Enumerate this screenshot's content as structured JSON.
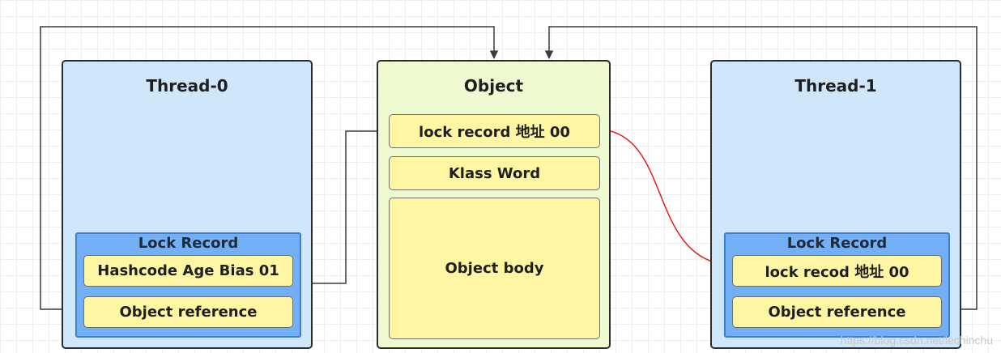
{
  "thread0": {
    "title": "Thread-0",
    "lock_record": {
      "title": "Lock Record",
      "field1": "Hashcode Age Bias 01",
      "field2": "Object reference"
    }
  },
  "object": {
    "title": "Object",
    "mark_word": "lock record 地址 00",
    "klass_word": "Klass Word",
    "body": "Object body"
  },
  "thread1": {
    "title": "Thread-1",
    "lock_record": {
      "title": "Lock Record",
      "field1": "lock recod 地址 00",
      "field2": "Object reference"
    }
  },
  "colors": {
    "thread_panel": "#cfe6fb",
    "object_panel": "#eefbd0",
    "lock_record_group": "#73aff5",
    "field": "#fff6a3",
    "arrow_red": "#e02020",
    "arrow_dark": "#3a3a3a"
  },
  "watermark": "https://blog.csdn.net/lechinchu"
}
